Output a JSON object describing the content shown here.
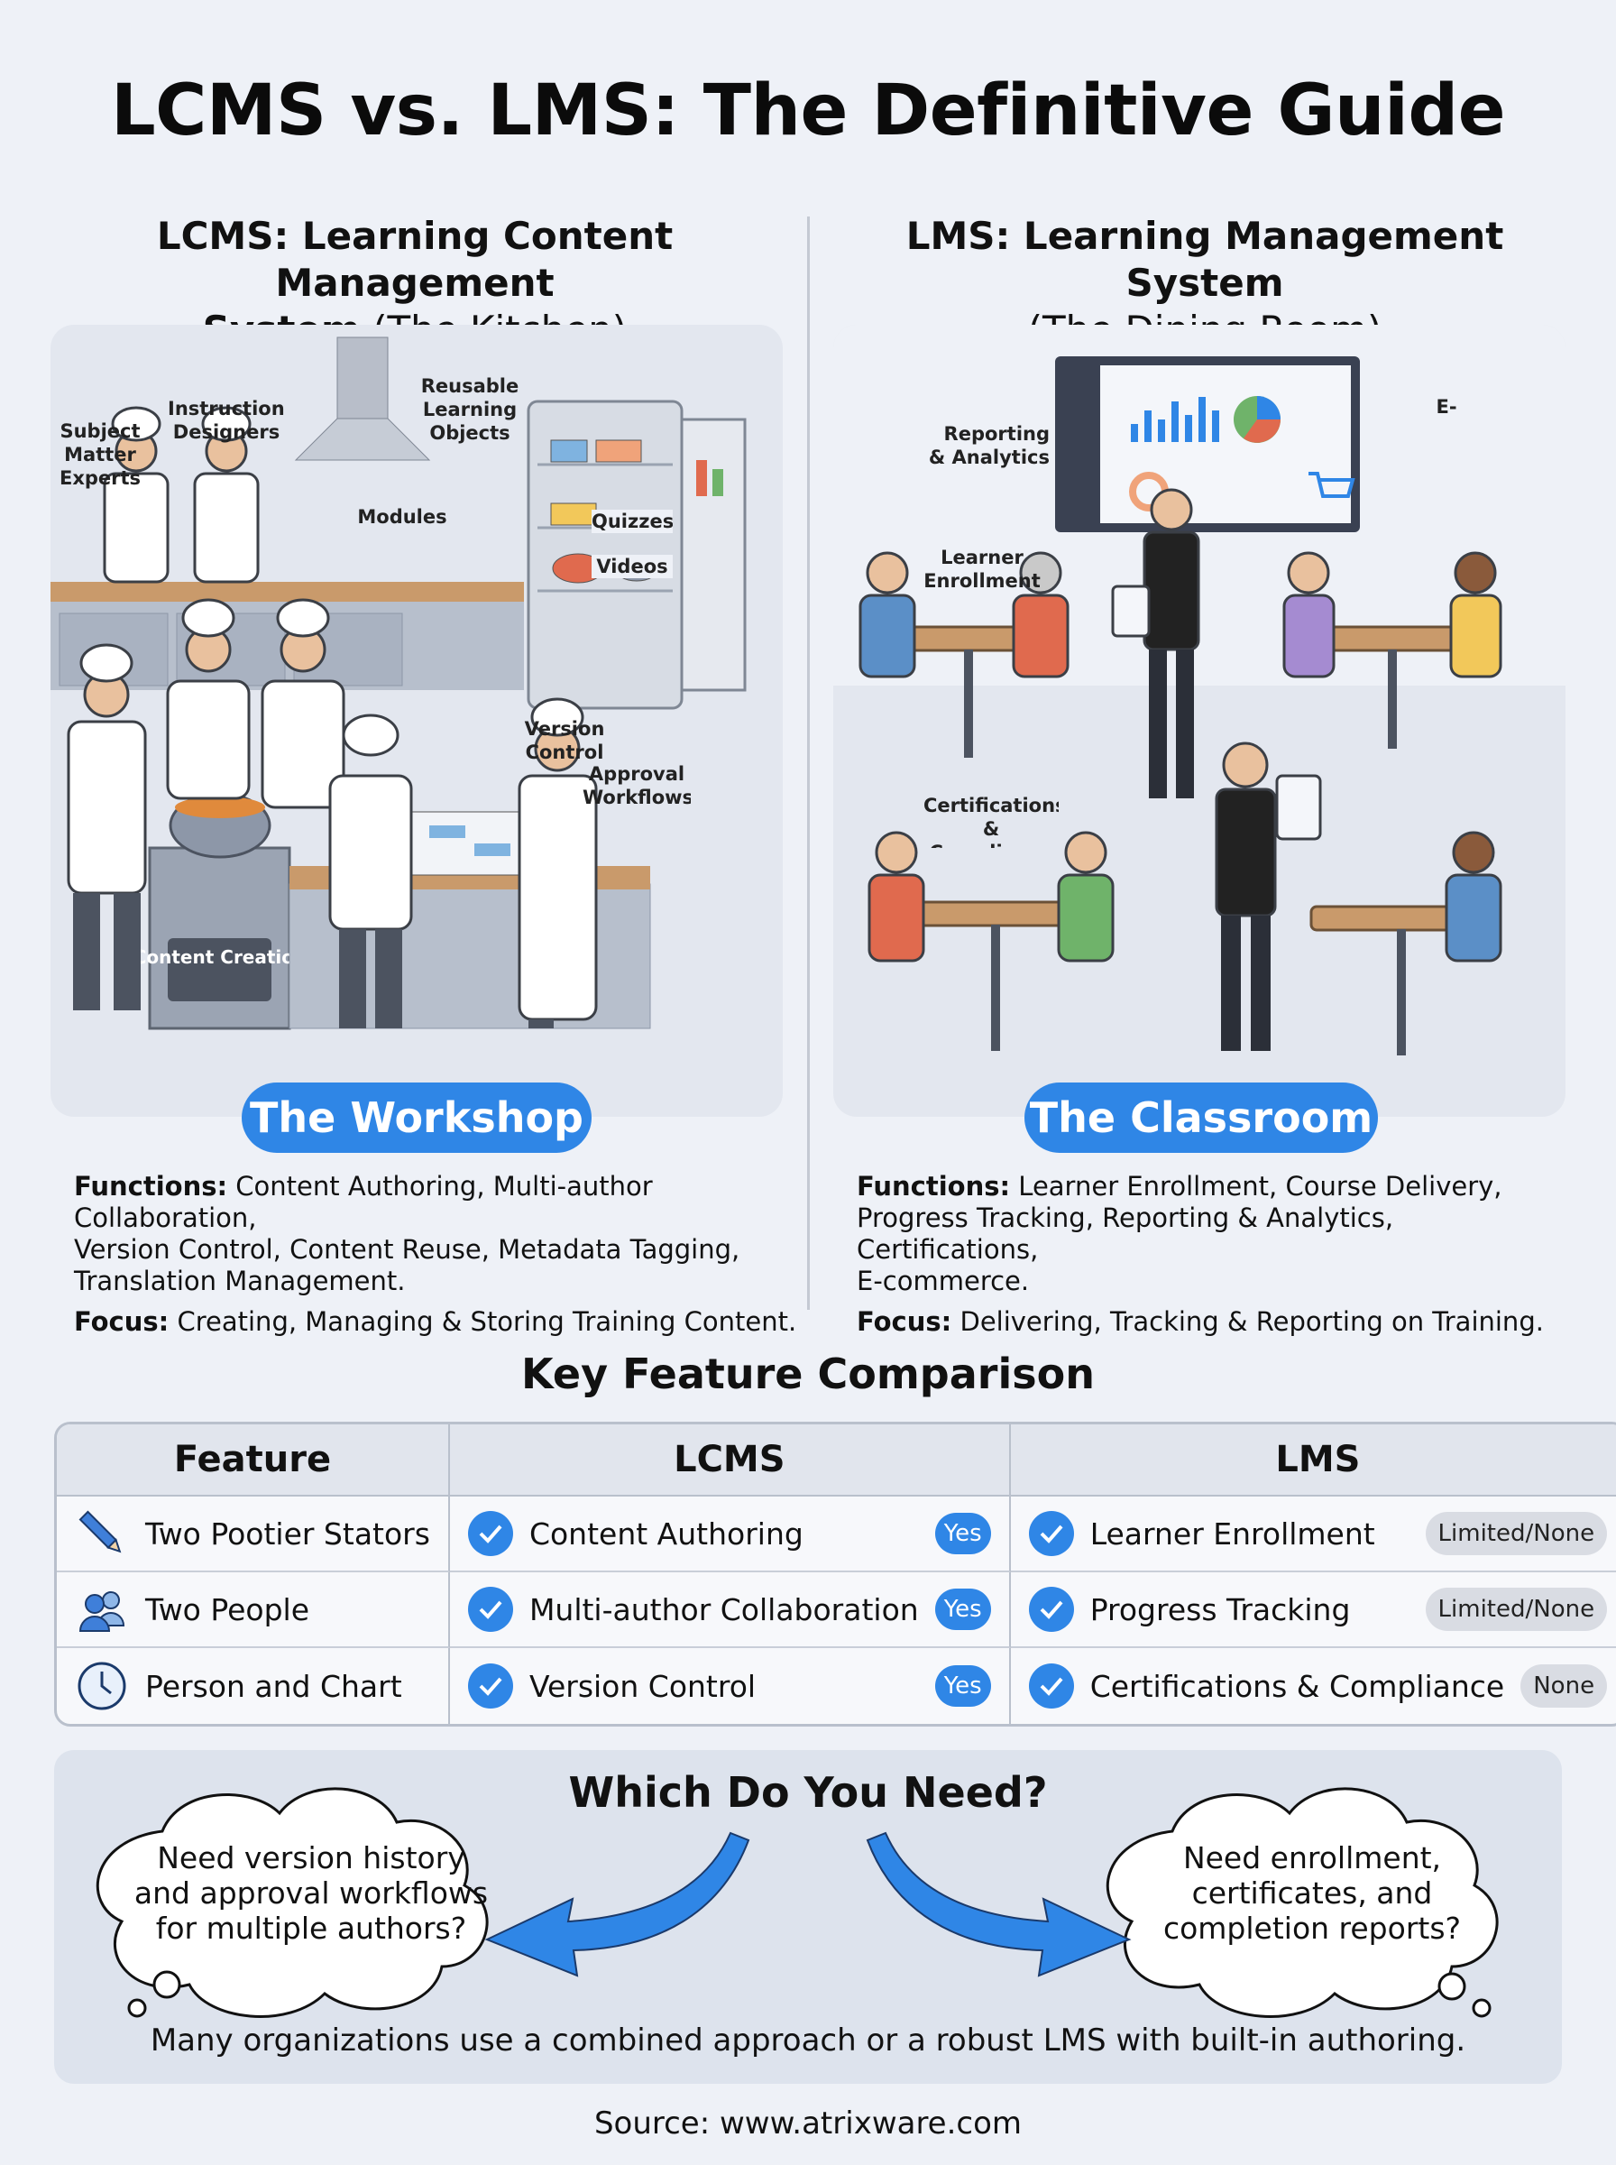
{
  "title": "LCMS vs. LMS: The Definitive Guide",
  "lcms": {
    "heading_bold": "LCMS: Learning Content Management",
    "heading_bold_2": "System",
    "heading_light": "(The Kitchen)",
    "pill": "The Workshop",
    "callouts": {
      "sme": "Subject Matter Experts",
      "designers": "Instructional Designers",
      "reusable": "Reusable Learning Objects",
      "modules": "Modules",
      "quizzes": "Quizzes",
      "videos": "Videos",
      "version": "Version Control",
      "approval": "Approval Workflows",
      "creation": "Content Creation"
    },
    "functions_label": "Functions:",
    "functions_lines": [
      "Content Authoring, Multi-author Collaboration,",
      "Version Control, Content Reuse, Metadata Tagging,",
      "Translation Management."
    ],
    "focus_label": "Focus:",
    "focus_text": "Creating, Managing & Storing Training Content."
  },
  "lms": {
    "heading_bold": "LMS: Learning Management System",
    "heading_light": "(The Dining Room)",
    "pill": "The Classroom",
    "callouts": {
      "reporting": "Reporting & Analytics",
      "ecommerce": "E-commerce",
      "enrollment": "Learner Enrollment",
      "certifications": "Certifications & Compliance"
    },
    "functions_label": "Functions:",
    "functions_lines": [
      "Learner Enrollment, Course Delivery,",
      "Progress Tracking, Reporting & Analytics, Certifications,",
      "E-commerce."
    ],
    "focus_label": "Focus:",
    "focus_text": "Delivering, Tracking & Reporting on Training."
  },
  "comparison": {
    "title": "Key Feature Comparison",
    "headers": [
      "Feature",
      "LCMS",
      "LMS"
    ],
    "rows": [
      {
        "icon": "pencil-icon",
        "feature": "Two Pootier Stators",
        "lcms": "Content Authoring",
        "lcms_badge": "Yes",
        "lms": "Learner Enrollment",
        "lms_badge": "Limited/None"
      },
      {
        "icon": "people-icon",
        "feature": "Two People",
        "lcms": "Multi-author Collaboration",
        "lcms_badge": "Yes",
        "lms": "Progress Tracking",
        "lms_badge": "Limited/None"
      },
      {
        "icon": "clock-icon",
        "feature": "Person and Chart",
        "lcms": "Version Control",
        "lcms_badge": "Yes",
        "lms": "Certifications & Compliance",
        "lms_badge": "None"
      }
    ]
  },
  "need": {
    "title": "Which Do You Need?",
    "left_lines": [
      "Need version history",
      "and approval workflows",
      "for multiple authors?"
    ],
    "right_lines": [
      "Need enrollment,",
      "certificates, and",
      "completion reports?"
    ],
    "note": "Many organizations use a combined approach or a robust LMS with built-in authoring."
  },
  "source": "Source: www.atrixware.com",
  "colors": {
    "accent": "#2f86e6",
    "background": "#eef1f7",
    "panel": "#e3e7ef"
  }
}
